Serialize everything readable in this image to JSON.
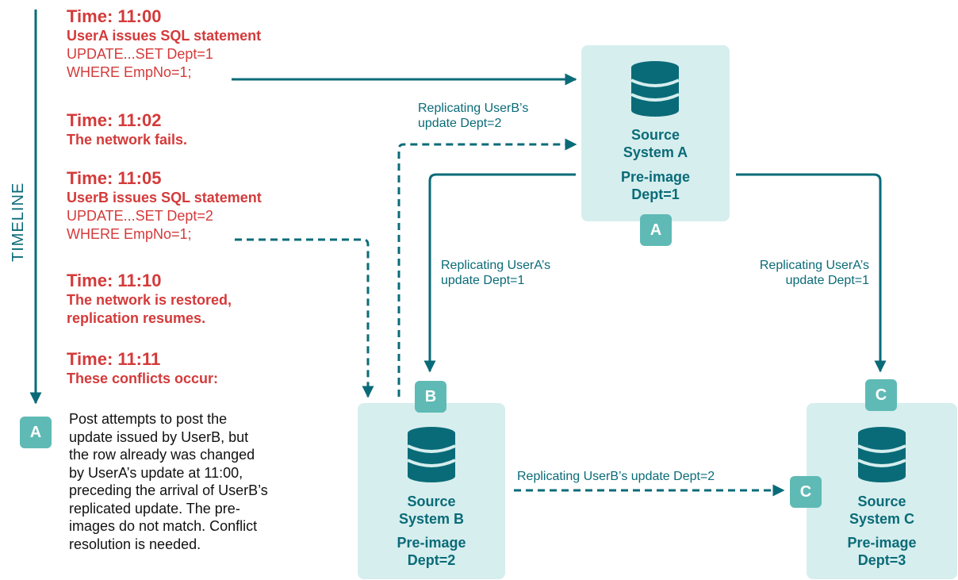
{
  "timeline": {
    "label": "TIMELINE",
    "events": [
      {
        "time": "Time: 11:00",
        "headline": "UserA issues SQL statement",
        "sql_line1": "UPDATE...SET Dept=1",
        "sql_line2": "WHERE EmpNo=1;"
      },
      {
        "time": "Time: 11:02",
        "headline": "The network fails."
      },
      {
        "time": "Time: 11:05",
        "headline": "UserB issues SQL statement",
        "sql_line1": "UPDATE...SET Dept=2",
        "sql_line2": "WHERE EmpNo=1;"
      },
      {
        "time": "Time: 11:10",
        "headline_line1": "The network is restored,",
        "headline_line2": "replication resumes."
      },
      {
        "time": "Time: 11:11",
        "headline": "These conflicts occur:"
      }
    ],
    "conflict": {
      "badge": "A",
      "lines": [
        "Post attempts to post the",
        "update issued by UserB, but",
        "the row already was changed",
        "by UserA’s update at 11:00,",
        "preceding the arrival of UserB’s",
        "replicated update. The pre-",
        "images do not match. Conflict",
        "resolution is needed."
      ]
    }
  },
  "systems": {
    "a": {
      "title_line1": "Source",
      "title_line2": "System A",
      "pre_image": "Pre-image",
      "dept": "Dept=1",
      "badge": "A"
    },
    "b": {
      "title_line1": "Source",
      "title_line2": "System B",
      "pre_image": "Pre-image",
      "dept": "Dept=2",
      "badge": "B"
    },
    "c": {
      "title_line1": "Source",
      "title_line2": "System C",
      "pre_image": "Pre-image",
      "dept": "Dept=3",
      "badge": "C",
      "side_badge": "C"
    }
  },
  "edges": {
    "b_to_a": {
      "line1": "Replicating UserB’s",
      "line2": "update Dept=2"
    },
    "a_to_b": {
      "line1": "Replicating UserA’s",
      "line2": "update Dept=1"
    },
    "a_to_c": {
      "line1": "Replicating UserA’s",
      "line2": "update Dept=1"
    },
    "b_to_c": {
      "label": "Replicating UserB’s update Dept=2"
    }
  },
  "colors": {
    "event_red": "#d43a3a",
    "teal": "#0a6b78",
    "box_fill": "#d6eeee",
    "badge": "#5fbab5"
  },
  "icons": {
    "database": "database-icon"
  }
}
